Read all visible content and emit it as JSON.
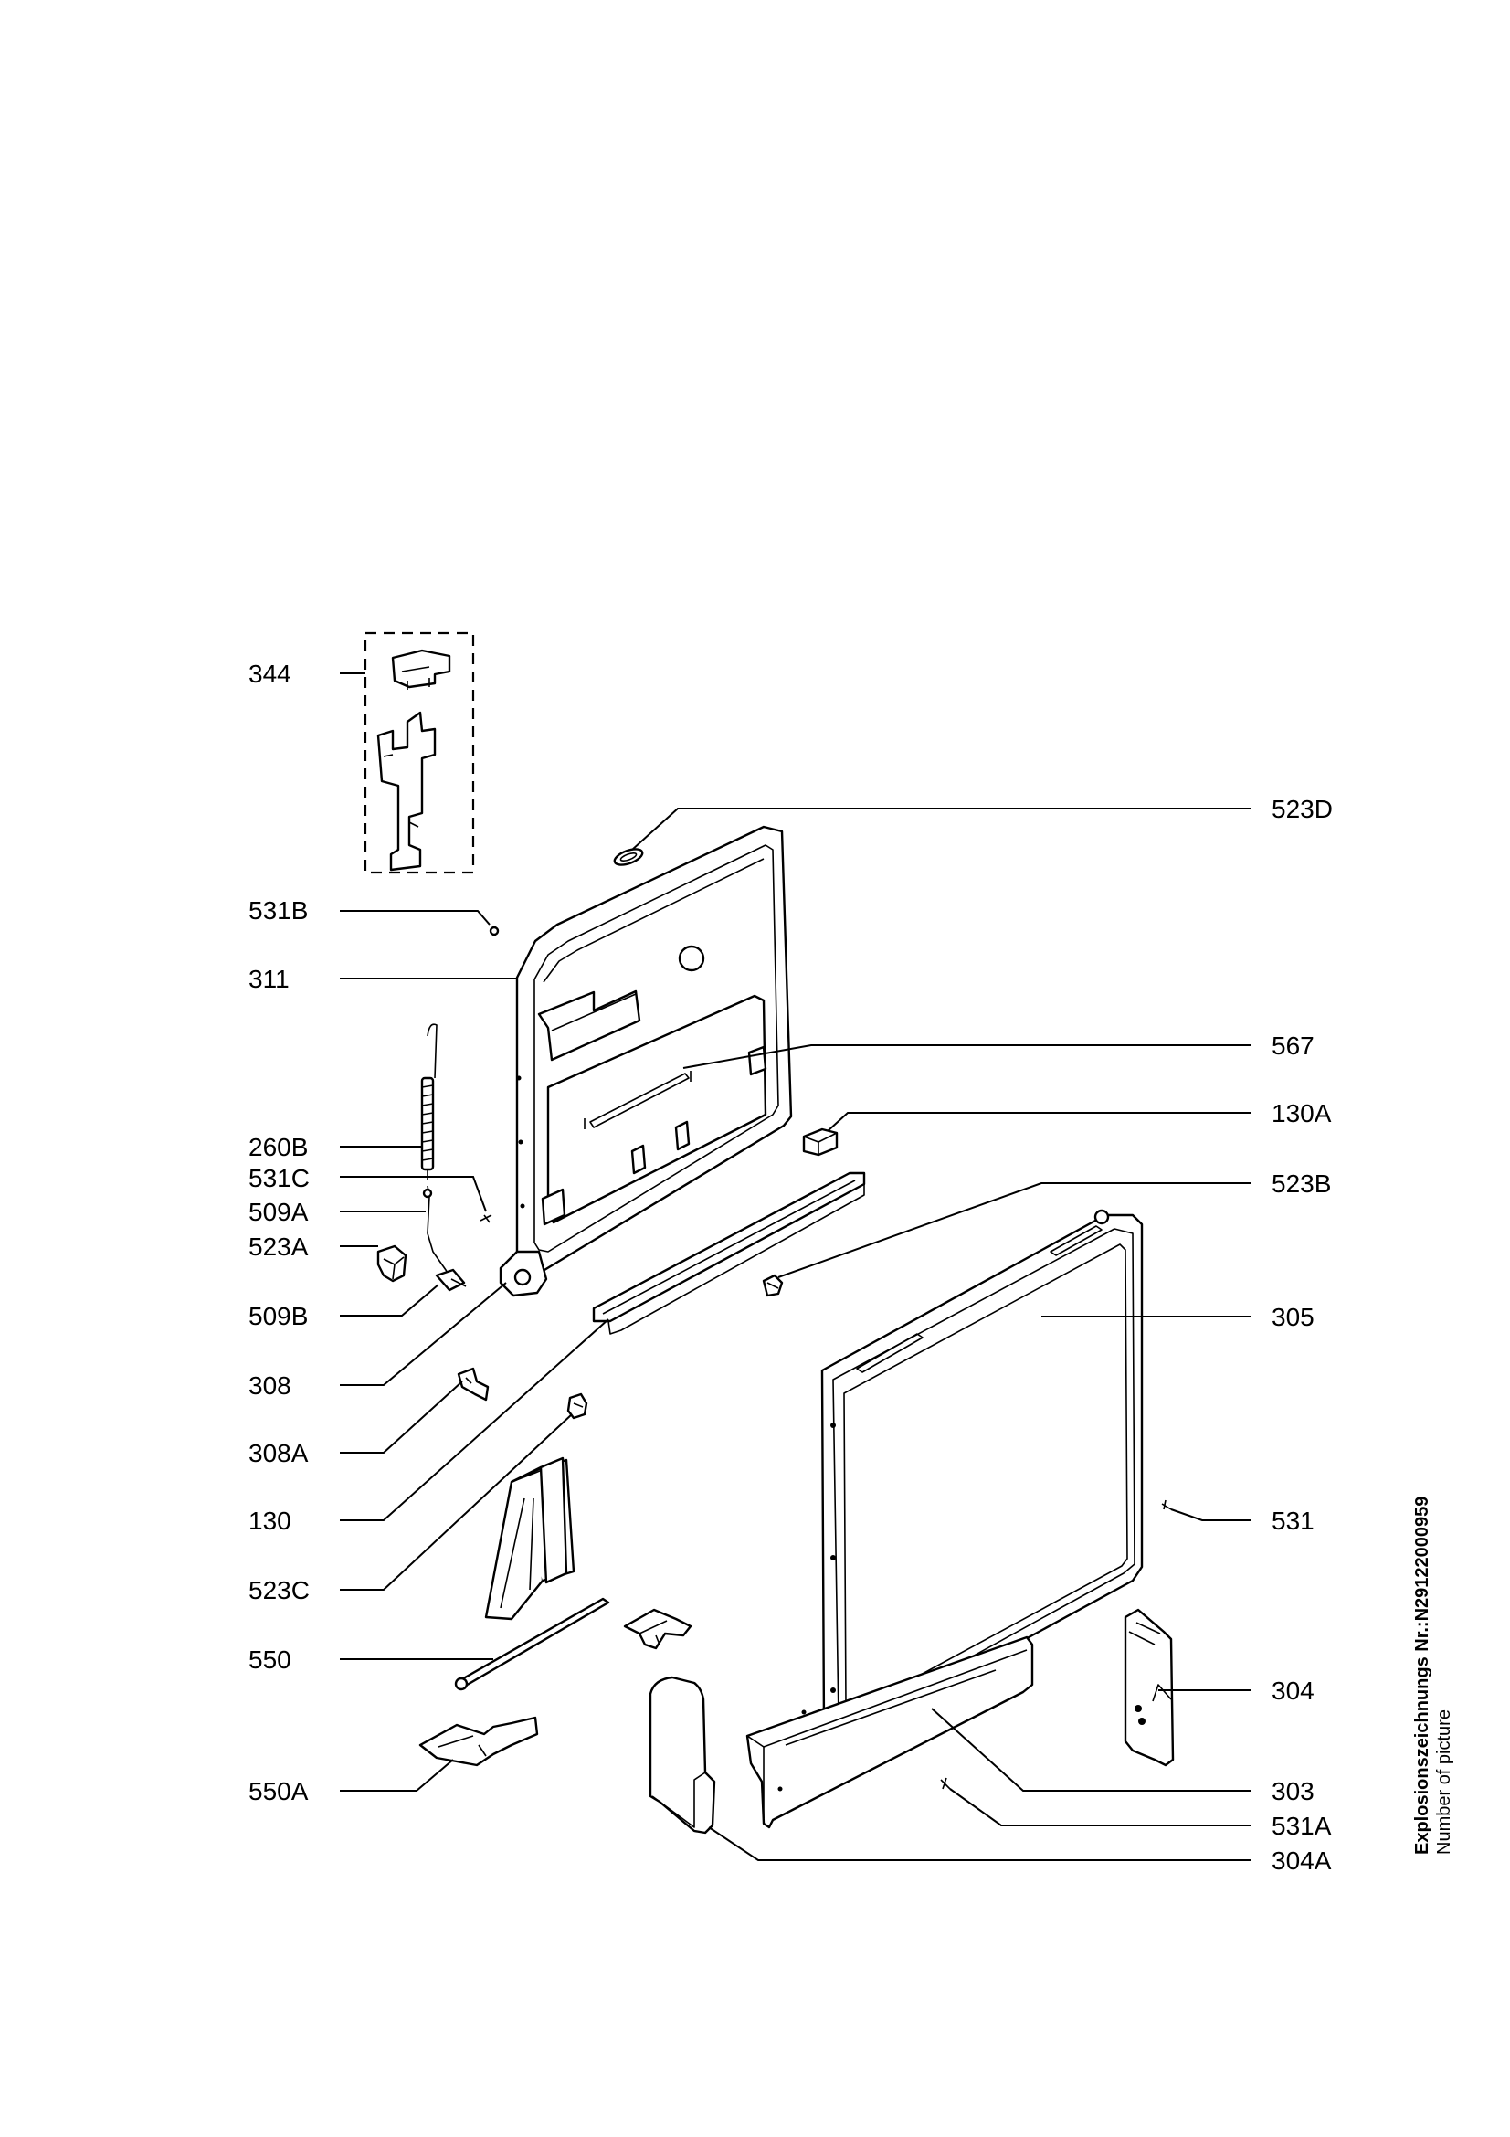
{
  "drawing": {
    "labels": {
      "l344": "344",
      "l523D": "523D",
      "l531B": "531B",
      "l311": "311",
      "l567": "567",
      "l130A": "130A",
      "l260B": "260B",
      "l531C": "531C",
      "l509A": "509A",
      "l523A": "523A",
      "l523B": "523B",
      "l509B": "509B",
      "l305": "305",
      "l308": "308",
      "l308A": "308A",
      "l130": "130",
      "l531": "531",
      "l523C": "523C",
      "l550": "550",
      "l304": "304",
      "l550A": "550A",
      "l303": "303",
      "l531A": "531A",
      "l304A": "304A"
    }
  },
  "footer": {
    "explosion_number": "Explosionszeichnungs Nr.:N29122000959",
    "picture_caption": "Number of picture"
  }
}
